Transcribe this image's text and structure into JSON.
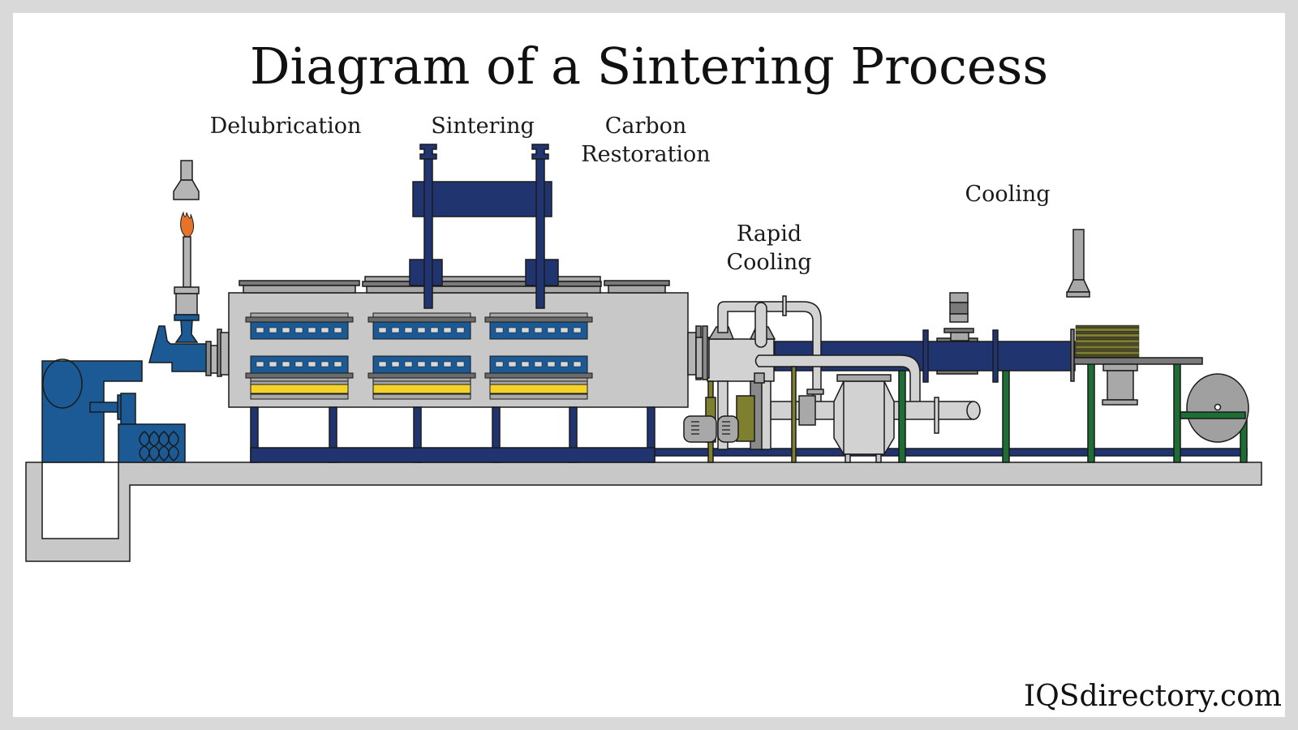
{
  "title": "Diagram of a Sintering Process",
  "labels": {
    "delubrication": "Delubrication",
    "sintering": "Sintering",
    "carbon_restoration_line1": "Carbon",
    "carbon_restoration_line2": "Restoration",
    "rapid_cooling_line1": "Rapid",
    "rapid_cooling_line2": "Cooling",
    "cooling": "Cooling"
  },
  "brand": "IQSdirectory.com",
  "colors": {
    "background_frame": "#d9d9d9",
    "panel": "#ffffff",
    "steel_blue": "#1b5a94",
    "navy": "#203470",
    "light_gray": "#c8c8c8",
    "mid_gray": "#9a9a9a",
    "dark_gray": "#6b6b6b",
    "yellow": "#f5d22b",
    "green": "#1d6e35",
    "olive": "#7f7f30",
    "flame": "#e5742a"
  },
  "process_stages": [
    "Delubrication",
    "Sintering",
    "Carbon Restoration",
    "Rapid Cooling",
    "Cooling"
  ]
}
